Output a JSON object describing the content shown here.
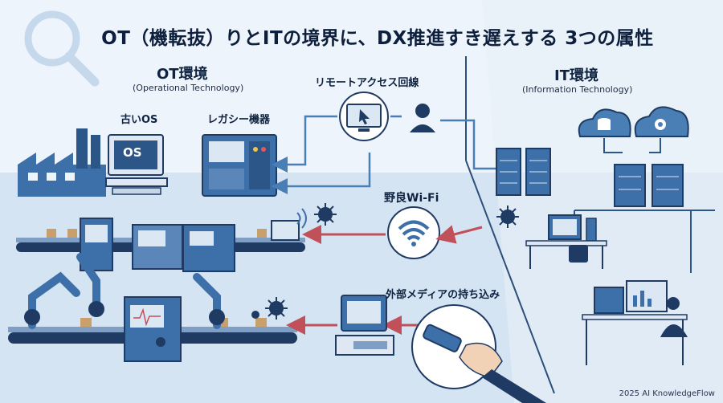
{
  "title": "OT（機転抜）りとITの境界に、DX推進すき遅えする 3つの属性",
  "ot": {
    "heading": "OT環境",
    "subheading": "(Operational Technology)"
  },
  "it": {
    "heading": "IT環境",
    "subheading": "(Information Technology)"
  },
  "labels": {
    "old_os": "古いOS",
    "legacy_equipment": "レガシー機器",
    "remote_access": "リモートアクセス回線",
    "rogue_wifi": "野良Wi-Fi",
    "external_media": "外部メディアの持ち込み",
    "os_screen": "OS"
  },
  "copyright": "2025 AI KnowledgeFlow",
  "colors": {
    "navy": "#1f3b63",
    "blue": "#3d6fa8",
    "light_blue": "#cfe0f2",
    "red_arrow": "#c0505a",
    "blue_arrow": "#4a7fb5",
    "divider": "#2d4e7a"
  },
  "icons": [
    "magnifier-icon",
    "factory-icon",
    "computer-icon",
    "legacy-machine-icon",
    "monitor-cursor-icon",
    "user-icon",
    "server-icon",
    "cloud-database-icon",
    "cloud-gear-icon",
    "wifi-icon",
    "virus-icon",
    "robot-arm-icon",
    "usb-drive-icon",
    "desk-workstation-icon"
  ]
}
